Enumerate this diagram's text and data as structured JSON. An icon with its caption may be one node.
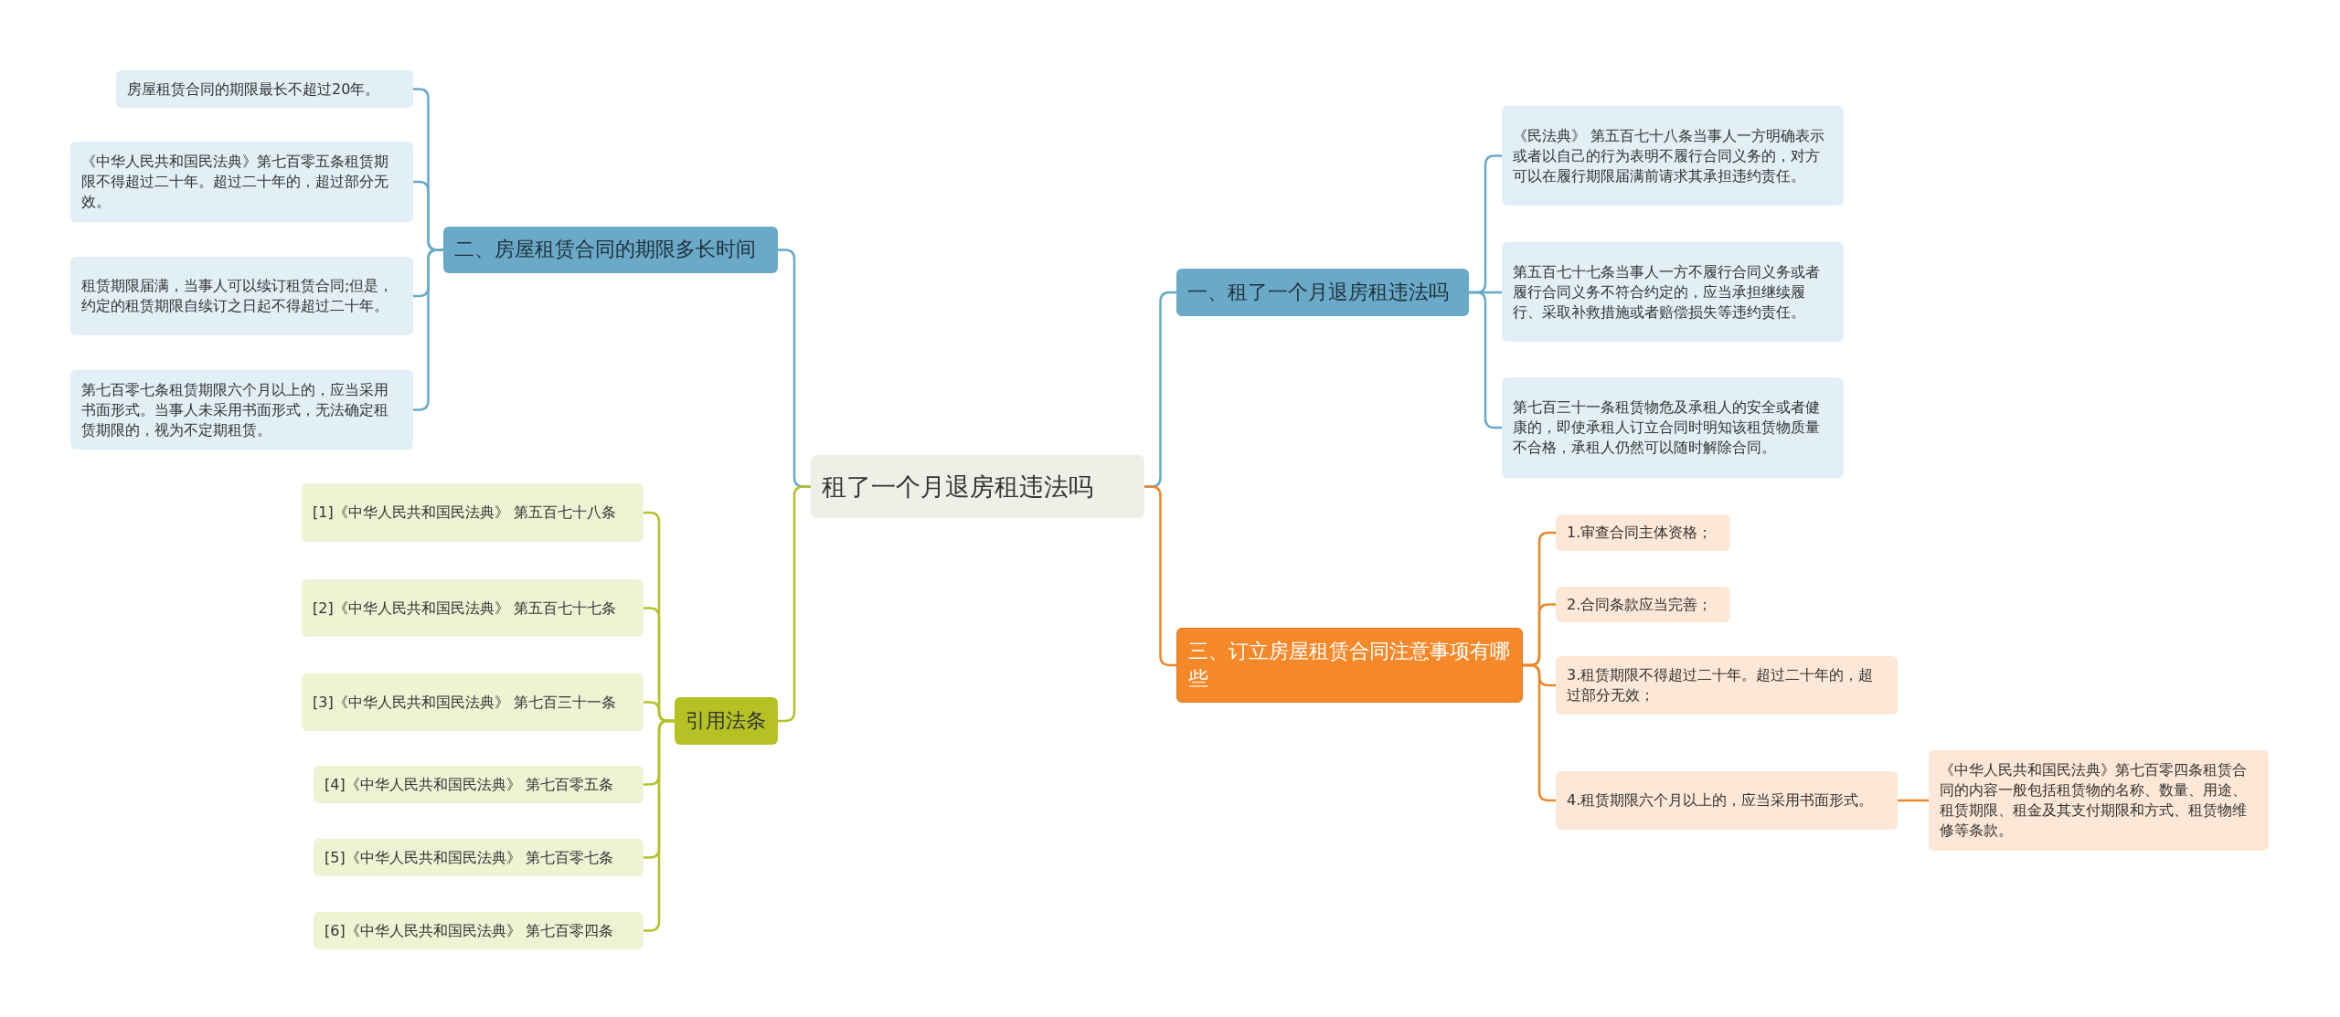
{
  "diagram": {
    "nodes": [
      {
        "text": [
          "租了一个月退房租违法吗"
        ]
      },
      {
        "text": [
          "一、租了一个月退房租违法吗"
        ]
      },
      {
        "text": [
          "《民法典》 第五百七十八条当事人一方明确表示或者以自己的行为表明不履行合同义务的，对方可以在履行期限届满前请求其承担违约责任。"
        ]
      },
      {
        "text": [
          "第五百七十七条当事人一方不履行合同义务或者履行合同义务不符合约定的，应当承担继续履行、采取补救措施或者赔偿损失等违约责任。"
        ]
      },
      {
        "text": [
          "第七百三十一条租赁物危及承租人的安全或者健康的，即使承租人订立合同时明知该租赁物质量不合格，承租人仍然可以随时解除合同。"
        ]
      },
      {
        "text": [
          "三、订立房屋租赁合同注意事项有哪些"
        ]
      },
      {
        "text": [
          "1.审查合同主体资格；"
        ]
      },
      {
        "text": [
          "2.合同条款应当完善；"
        ]
      },
      {
        "text": [
          "3.租赁期限不得超过二十年。超过二十年的，超过部分无效；"
        ]
      },
      {
        "text": [
          "4.租赁期限六个月以上的，应当采用书面形式。"
        ]
      },
      {
        "text": [
          "《中华人民共和国民法典》第七百零四条租赁合同的内容一般包括租赁物的名称、数量、用途、租赁期限、租金及其支付期限和方式、租赁物维修等条款。"
        ]
      },
      {
        "text": [
          "二、房屋租赁合同的期限多长时间"
        ]
      },
      {
        "text": [
          "房屋租赁合同的期限最长不超过20年。"
        ]
      },
      {
        "text": [
          "《中华人民共和国民法典》第七百零五条租赁期限不得超过二十年。超过二十年的，超过部分无效。"
        ]
      },
      {
        "text": [
          "租赁期限届满，当事人可以续订租赁合同;但是，约定的租赁期限自续订之日起不得超过二十年。"
        ]
      },
      {
        "text": [
          "第七百零七条租赁期限六个月以上的，应当采用书面形式。当事人未采用书面形式，无法确定租赁期限的，视为不定期租赁。"
        ]
      },
      {
        "text": [
          "引用法条"
        ]
      },
      {
        "text": [
          "[1]《中华人民共和国民法典》 第五百七十八条"
        ]
      },
      {
        "text": [
          "[2]《中华人民共和国民法典》 第五百七十七条"
        ]
      },
      {
        "text": [
          "[3]《中华人民共和国民法典》 第七百三十一条"
        ]
      },
      {
        "text": [
          "[4]《中华人民共和国民法典》 第七百零五条"
        ]
      },
      {
        "text": [
          "[5]《中华人民共和国民法典》 第七百零七条"
        ]
      },
      {
        "text": [
          "[6]《中华人民共和国民法典》 第七百零四条"
        ]
      }
    ],
    "edges": [
      {
        "from": 0,
        "to": 1,
        "arrow": "none"
      },
      {
        "from": 1,
        "to": 2,
        "arrow": "none"
      },
      {
        "from": 1,
        "to": 3,
        "arrow": "none"
      },
      {
        "from": 1,
        "to": 4,
        "arrow": "none"
      },
      {
        "from": 0,
        "to": 5,
        "arrow": "none",
        "color": "#e8892c"
      },
      {
        "from": 5,
        "to": 6,
        "arrow": "none",
        "color": "#e8892c"
      },
      {
        "from": 5,
        "to": 7,
        "arrow": "none",
        "color": "#e8892c"
      },
      {
        "from": 5,
        "to": 8,
        "arrow": "none",
        "color": "#e8892c"
      },
      {
        "from": 5,
        "to": 9,
        "arrow": "none",
        "color": "#e8892c"
      },
      {
        "from": 9,
        "to": 10,
        "arrow": "none",
        "color": "#e8892c"
      },
      {
        "from": 0,
        "to": 11,
        "arrow": "none"
      },
      {
        "from": 11,
        "to": 12,
        "arrow": "none"
      },
      {
        "from": 11,
        "to": 13,
        "arrow": "none"
      },
      {
        "from": 11,
        "to": 14,
        "arrow": "none"
      },
      {
        "from": 11,
        "to": 15,
        "arrow": "none"
      },
      {
        "from": 0,
        "to": 16,
        "arrow": "none",
        "color": "#b5c22a"
      },
      {
        "from": 16,
        "to": 17,
        "arrow": "none",
        "color": "#b5c22a"
      },
      {
        "from": 16,
        "to": 18,
        "arrow": "none",
        "color": "#b5c22a"
      },
      {
        "from": 16,
        "to": 19,
        "arrow": "none",
        "color": "#b5c22a"
      },
      {
        "from": 16,
        "to": 20,
        "arrow": "none",
        "color": "#b5c22a"
      },
      {
        "from": 16,
        "to": 21,
        "arrow": "none",
        "color": "#b5c22a"
      },
      {
        "from": 16,
        "to": 22,
        "arrow": "none",
        "color": "#b5c22a"
      }
    ]
  }
}
